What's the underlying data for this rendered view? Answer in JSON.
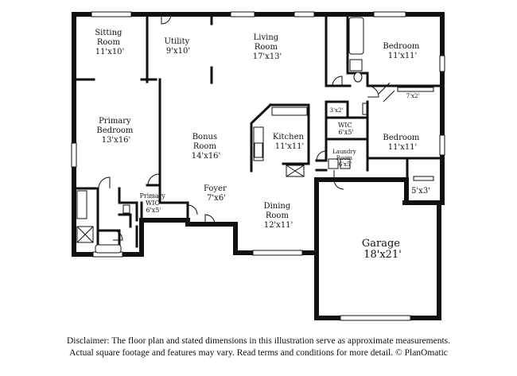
{
  "floor_plan": {
    "rooms": [
      {
        "id": "sitting-room",
        "name_lines": [
          "Sitting",
          "Room"
        ],
        "dimensions": "11'x10'"
      },
      {
        "id": "utility",
        "name_lines": [
          "Utility"
        ],
        "dimensions": "9'x10'"
      },
      {
        "id": "living-room",
        "name_lines": [
          "Living",
          "Room"
        ],
        "dimensions": "17'x13'"
      },
      {
        "id": "bedroom-1",
        "name_lines": [
          "Bedroom"
        ],
        "dimensions": "11'x11'"
      },
      {
        "id": "closet-7x2",
        "name_lines": [],
        "dimensions": "7'x2'"
      },
      {
        "id": "primary-bedroom",
        "name_lines": [
          "Primary",
          "Bedroom"
        ],
        "dimensions": "13'x16'"
      },
      {
        "id": "bonus-room",
        "name_lines": [
          "Bonus",
          "Room"
        ],
        "dimensions": "14'x16'"
      },
      {
        "id": "kitchen",
        "name_lines": [
          "Kitchen"
        ],
        "dimensions": "11'x11'"
      },
      {
        "id": "pantry",
        "name_lines": [],
        "dimensions": "3'x2'"
      },
      {
        "id": "wic",
        "name_lines": [
          "WIC"
        ],
        "dimensions": "6'x5'"
      },
      {
        "id": "laundry-room",
        "name_lines": [
          "Laundry",
          "Room"
        ],
        "dimensions": "6'x5'"
      },
      {
        "id": "bedroom-2",
        "name_lines": [
          "Bedroom"
        ],
        "dimensions": "11'x11'"
      },
      {
        "id": "storage",
        "name_lines": [],
        "dimensions": "5'x3'"
      },
      {
        "id": "primary-wic",
        "name_lines": [
          "Primary",
          "WIC"
        ],
        "dimensions": "6'x5'"
      },
      {
        "id": "foyer",
        "name_lines": [
          "Foyer"
        ],
        "dimensions": "7'x6'"
      },
      {
        "id": "dining-room",
        "name_lines": [
          "Dining",
          "Room"
        ],
        "dimensions": "12'x11'"
      },
      {
        "id": "garage",
        "name_lines": [
          "Garage"
        ],
        "dimensions": "18'x21'"
      }
    ]
  },
  "disclaimer": {
    "line1": "Disclaimer: The floor plan and stated dimensions in this illustration serve as approximate measurements.",
    "line2": "Actual square footage and features may vary. Read terms and conditions for more detail. © PlanOmatic"
  }
}
